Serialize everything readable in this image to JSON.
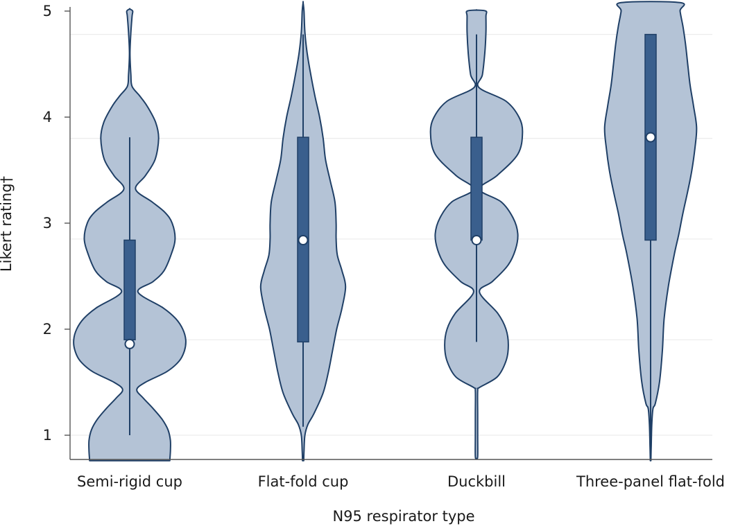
{
  "chart_data": {
    "type": "violin",
    "xlabel": "N95 respirator type",
    "ylabel": "Likert rating†",
    "y_ticks": [
      "1",
      "2",
      "3",
      "4",
      "5"
    ],
    "ylim": [
      0.76,
      5.08
    ],
    "grid": "horizontal",
    "colors": {
      "fill": "#b4c3d6",
      "stroke": "#1f3f66",
      "box": "#3a5f8d",
      "grid": "#ececec",
      "axis": "#555555"
    },
    "categories": [
      "Semi-rigid cup",
      "Flat-fold cup",
      "Duckbill",
      "Three-panel flat-fold"
    ],
    "series": [
      {
        "category": "Semi-rigid cup",
        "median": 1.86,
        "q1": 1.9,
        "q3": 2.84,
        "whisker_low": 1.0,
        "whisker_high": 3.81,
        "density": [
          [
            0.76,
            0.68
          ],
          [
            0.85,
            0.69
          ],
          [
            0.95,
            0.69
          ],
          [
            1.05,
            0.65
          ],
          [
            1.15,
            0.55
          ],
          [
            1.25,
            0.4
          ],
          [
            1.35,
            0.23
          ],
          [
            1.43,
            0.12
          ],
          [
            1.5,
            0.27
          ],
          [
            1.6,
            0.63
          ],
          [
            1.7,
            0.84
          ],
          [
            1.8,
            0.93
          ],
          [
            1.9,
            0.95
          ],
          [
            2.0,
            0.9
          ],
          [
            2.1,
            0.78
          ],
          [
            2.2,
            0.57
          ],
          [
            2.35,
            0.14
          ],
          [
            2.45,
            0.4
          ],
          [
            2.55,
            0.58
          ],
          [
            2.7,
            0.7
          ],
          [
            2.85,
            0.77
          ],
          [
            3.0,
            0.72
          ],
          [
            3.1,
            0.6
          ],
          [
            3.2,
            0.38
          ],
          [
            3.32,
            0.1
          ],
          [
            3.45,
            0.27
          ],
          [
            3.6,
            0.43
          ],
          [
            3.8,
            0.49
          ],
          [
            3.95,
            0.44
          ],
          [
            4.1,
            0.3
          ],
          [
            4.2,
            0.17
          ],
          [
            4.29,
            0.04
          ],
          [
            4.4,
            0.02
          ],
          [
            4.6,
            0.005
          ],
          [
            4.8,
            0.02
          ],
          [
            4.95,
            0.04
          ],
          [
            5.0,
            0.05
          ],
          [
            5.02,
            0.0
          ]
        ]
      },
      {
        "category": "Flat-fold cup",
        "median": 2.84,
        "q1": 1.88,
        "q3": 3.81,
        "whisker_low": 1.08,
        "whisker_high": 4.78,
        "density": [
          [
            0.76,
            0.01
          ],
          [
            0.85,
            0.015
          ],
          [
            1.0,
            0.03
          ],
          [
            1.1,
            0.08
          ],
          [
            1.2,
            0.18
          ],
          [
            1.4,
            0.34
          ],
          [
            1.6,
            0.43
          ],
          [
            1.8,
            0.5
          ],
          [
            2.0,
            0.57
          ],
          [
            2.2,
            0.66
          ],
          [
            2.4,
            0.72
          ],
          [
            2.55,
            0.66
          ],
          [
            2.7,
            0.58
          ],
          [
            2.85,
            0.56
          ],
          [
            3.0,
            0.56
          ],
          [
            3.2,
            0.54
          ],
          [
            3.4,
            0.46
          ],
          [
            3.6,
            0.38
          ],
          [
            3.8,
            0.34
          ],
          [
            4.0,
            0.28
          ],
          [
            4.2,
            0.2
          ],
          [
            4.4,
            0.13
          ],
          [
            4.6,
            0.07
          ],
          [
            4.8,
            0.03
          ],
          [
            5.0,
            0.015
          ],
          [
            5.08,
            0.0
          ]
        ]
      },
      {
        "category": "Duckbill",
        "median": 2.84,
        "q1": 2.84,
        "q3": 3.81,
        "whisker_low": 1.88,
        "whisker_high": 4.78,
        "density": [
          [
            0.78,
            0.0
          ],
          [
            0.8,
            0.02
          ],
          [
            1.0,
            0.02
          ],
          [
            1.2,
            0.02
          ],
          [
            1.42,
            0.02
          ],
          [
            1.45,
            0.05
          ],
          [
            1.55,
            0.35
          ],
          [
            1.7,
            0.5
          ],
          [
            1.85,
            0.54
          ],
          [
            2.0,
            0.5
          ],
          [
            2.15,
            0.36
          ],
          [
            2.35,
            0.05
          ],
          [
            2.45,
            0.27
          ],
          [
            2.6,
            0.53
          ],
          [
            2.75,
            0.66
          ],
          [
            2.9,
            0.7
          ],
          [
            3.05,
            0.62
          ],
          [
            3.2,
            0.42
          ],
          [
            3.32,
            0.05
          ],
          [
            3.45,
            0.35
          ],
          [
            3.65,
            0.7
          ],
          [
            3.85,
            0.78
          ],
          [
            4.0,
            0.72
          ],
          [
            4.15,
            0.5
          ],
          [
            4.28,
            0.04
          ],
          [
            4.4,
            0.1
          ],
          [
            4.6,
            0.14
          ],
          [
            4.8,
            0.16
          ],
          [
            4.95,
            0.16
          ],
          [
            5.0,
            0.16
          ],
          [
            5.01,
            0.0
          ]
        ]
      },
      {
        "category": "Three-panel flat-fold",
        "median": 3.81,
        "q1": 2.84,
        "q3": 4.78,
        "whisker_low": 0.76,
        "whisker_high": 4.78,
        "density": [
          [
            0.76,
            0.005
          ],
          [
            0.9,
            0.01
          ],
          [
            1.1,
            0.02
          ],
          [
            1.25,
            0.04
          ],
          [
            1.3,
            0.08
          ],
          [
            1.5,
            0.15
          ],
          [
            1.8,
            0.2
          ],
          [
            2.1,
            0.23
          ],
          [
            2.4,
            0.3
          ],
          [
            2.7,
            0.4
          ],
          [
            2.9,
            0.48
          ],
          [
            3.1,
            0.55
          ],
          [
            3.3,
            0.63
          ],
          [
            3.5,
            0.7
          ],
          [
            3.7,
            0.75
          ],
          [
            3.9,
            0.78
          ],
          [
            4.1,
            0.73
          ],
          [
            4.3,
            0.67
          ],
          [
            4.5,
            0.63
          ],
          [
            4.7,
            0.59
          ],
          [
            4.85,
            0.55
          ],
          [
            5.0,
            0.5
          ],
          [
            5.08,
            0.5
          ]
        ]
      }
    ]
  }
}
